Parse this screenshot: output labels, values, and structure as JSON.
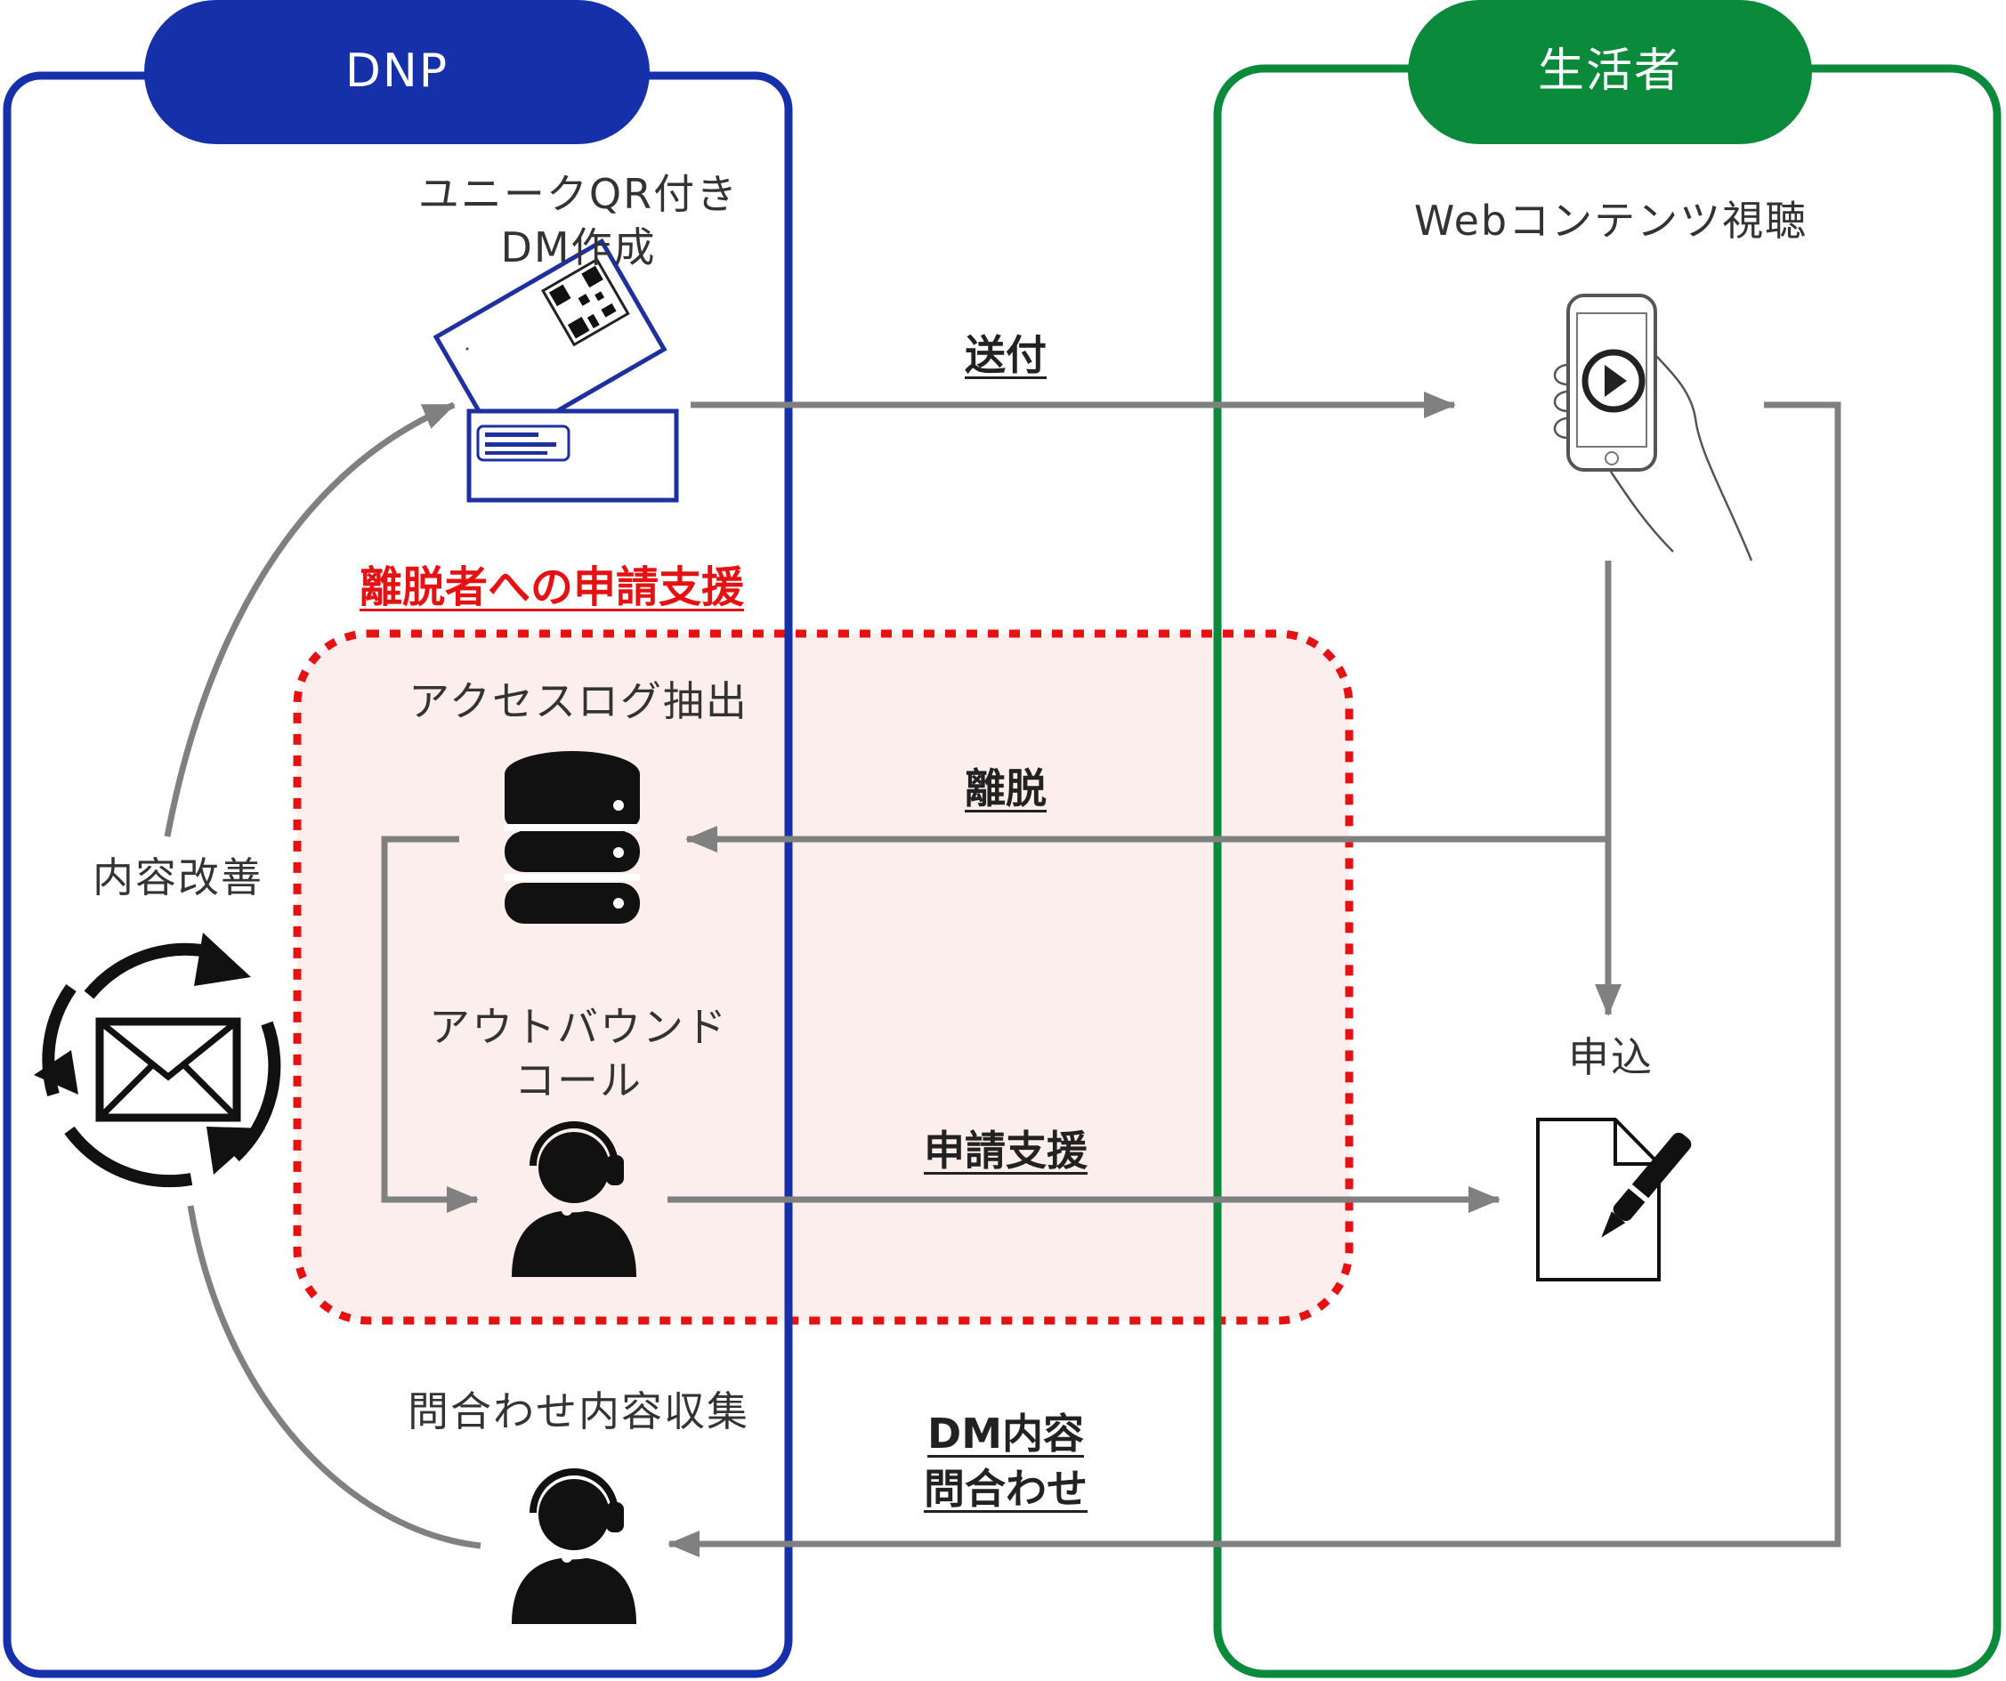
{
  "lanes": {
    "left": {
      "title": "DNP",
      "color": "#1530a8"
    },
    "right": {
      "title": "生活者",
      "color": "#0a8a3a"
    }
  },
  "zone": {
    "title": "離脱者への申請支援",
    "border_color": "#e41212",
    "fill_color": "#fdeeee"
  },
  "nodes": {
    "dm_create": {
      "line1": "ユニークQR付き",
      "line2": "DM作成",
      "icon": "envelope-qr-icon"
    },
    "web_view": {
      "label": "Webコンテンツ視聴",
      "icon": "smartphone-play-icon"
    },
    "access_log": {
      "label": "アクセスログ抽出",
      "icon": "database-icon"
    },
    "outbound": {
      "line1": "アウトバウンド",
      "line2": "コール",
      "icon": "headset-operator-icon"
    },
    "apply": {
      "label": "申込",
      "icon": "document-pen-icon"
    },
    "improve": {
      "label": "内容改善",
      "icon": "mail-cycle-icon"
    },
    "inquiry": {
      "label": "問合わせ内容収集",
      "icon": "headset-operator-icon"
    }
  },
  "edges": {
    "send": "送付",
    "dropout": "離脱",
    "support": "申請支援",
    "inquiry_line1": "DM内容",
    "inquiry_line2": "問合わせ"
  },
  "colors": {
    "arrow": "#808080",
    "icon": "#111111"
  }
}
